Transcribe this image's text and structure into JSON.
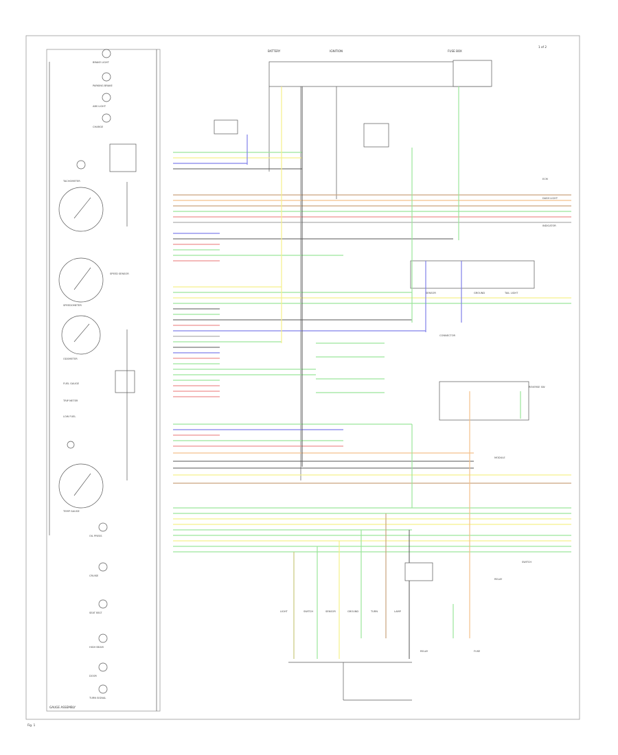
{
  "diagram": {
    "page_ref": "1 of 2",
    "cluster_label": "GAUGE ASSEMBLY",
    "figure_no": "Fig. 1",
    "top_sources": [
      "BATTERY",
      "IGNITION",
      "FUSE BOX"
    ],
    "left_components": [
      "BRAKE LIGHT",
      "PARKING BRAKE",
      "ABS LIGHT",
      "CHARGE",
      "TACHOMETER",
      "SPEEDOMETER",
      "SPEED SENSOR",
      "ODOMETER",
      "FUEL GAUGE",
      "TRIP METER",
      "LOW FUEL",
      "TEMP GAUGE",
      "OIL PRESS",
      "CRUISE",
      "SEAT BELT",
      "HIGH BEAM",
      "DOOR",
      "TURN SIGNAL"
    ],
    "right_labels": [
      "ECM",
      "DASH LIGHT",
      "INDICATOR",
      "SENSOR",
      "GROUND",
      "TAIL LIGHT",
      "CONNECTOR",
      "REVERSE SW",
      "MODULE",
      "SWITCH",
      "RELAY"
    ],
    "bottom_components": [
      "LIGHT",
      "SWITCH",
      "SENSOR",
      "GROUND",
      "TURN",
      "LAMP",
      "RELAY",
      "FUSE"
    ],
    "wire_colors": {
      "green": "#9ae59a",
      "yellow": "#f5f08a",
      "blue": "#7f7fea",
      "red": "#ee8f8f",
      "orange": "#f3c08a",
      "brown": "#c9a27c",
      "black": "#555555",
      "gray": "#9a9a9a"
    }
  }
}
